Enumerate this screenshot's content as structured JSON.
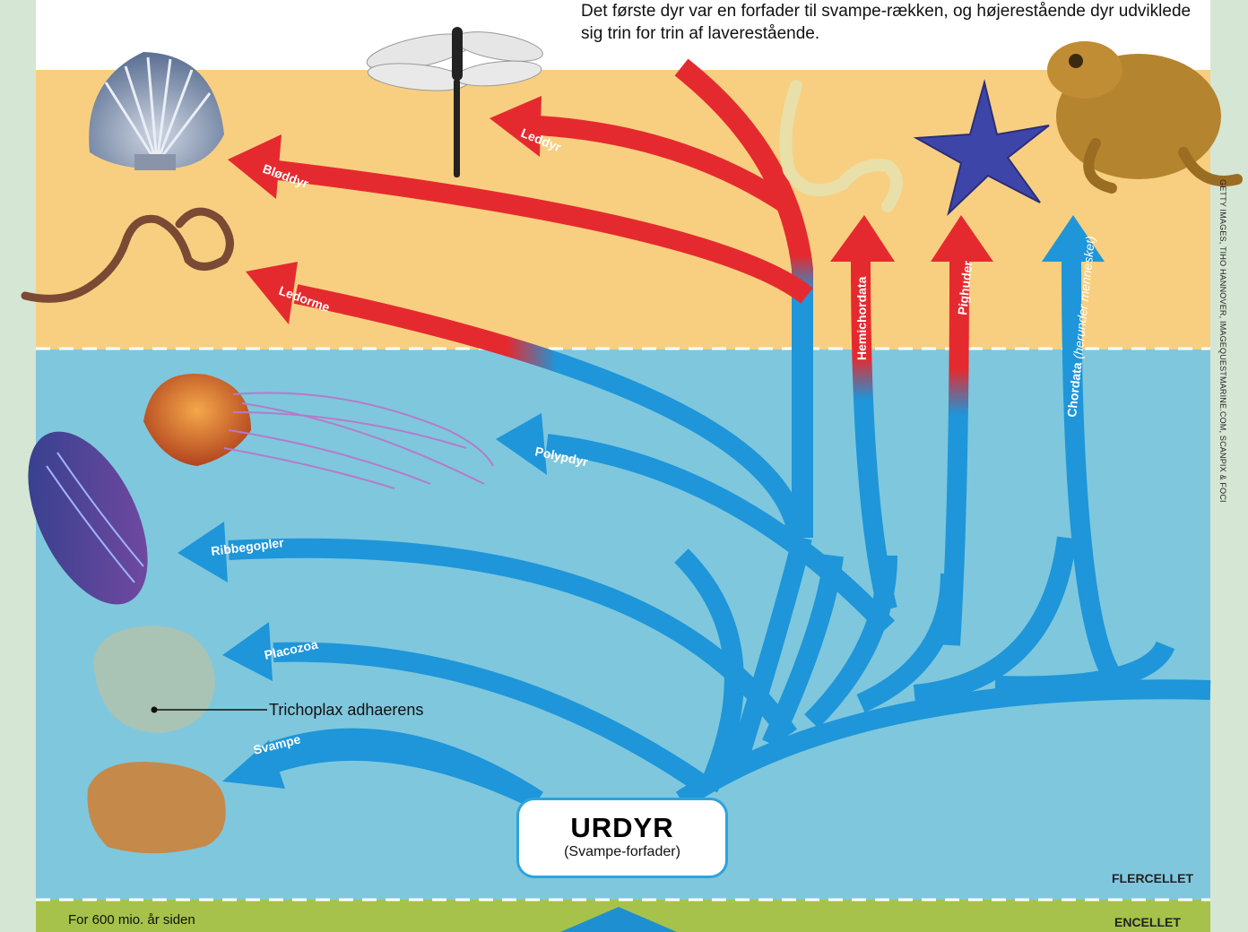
{
  "header_text": "Det første dyr var en forfader til svampe-rækken, og højerestående dyr udviklede sig trin for trin af laverestående.",
  "photo_credit": "GETTY IMAGES, TIHO HANNOVER, IMAGEQUESTMARINE.COM, SCANPIX & FOCI",
  "root": {
    "title": "URDYR",
    "subtitle": "(Svampe-forfader)"
  },
  "zones": {
    "multicellular": "FLERCELLET",
    "unicellular": "ENCELLET",
    "time_label": "For 600 mio. år siden"
  },
  "annotation": "Trichoplax adhaerens",
  "groups": {
    "svampe": "Svampe",
    "placozoa": "Placozoa",
    "ribbegopler": "Ribbegopler",
    "polypdyr": "Polypdyr",
    "ledorme": "Ledorme",
    "bloddyr": "Bløddyr",
    "leddyr": "Leddyr",
    "hemichordata": "Hemichordata",
    "pighuder": "Pighuder",
    "chordata": "Chordata",
    "chordata_note": "(herunder mennesket)"
  },
  "colors": {
    "blue_branch": "#1e96d9",
    "red_branch": "#e52a2f",
    "water": "#7fc7dd",
    "upper_zone": "#f8cf80",
    "ground": "#a6c24a",
    "side_bg": "#d6e6d4"
  },
  "images": [
    "scallop-shell",
    "dragonfly",
    "earthworm",
    "acorn-worm",
    "starfish",
    "toad",
    "jellyfish",
    "comb-jelly",
    "trichoplax",
    "sponge"
  ]
}
